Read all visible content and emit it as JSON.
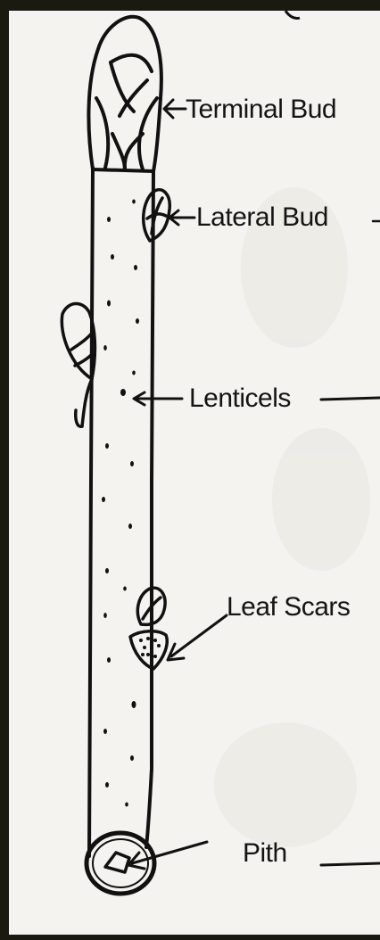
{
  "diagram": {
    "labels": {
      "terminal_bud": "Terminal Bud",
      "lateral_bud": "Lateral Bud",
      "lenticels": "Lenticels",
      "leaf_scars": "Leaf Scars",
      "pith": "Pith"
    }
  }
}
